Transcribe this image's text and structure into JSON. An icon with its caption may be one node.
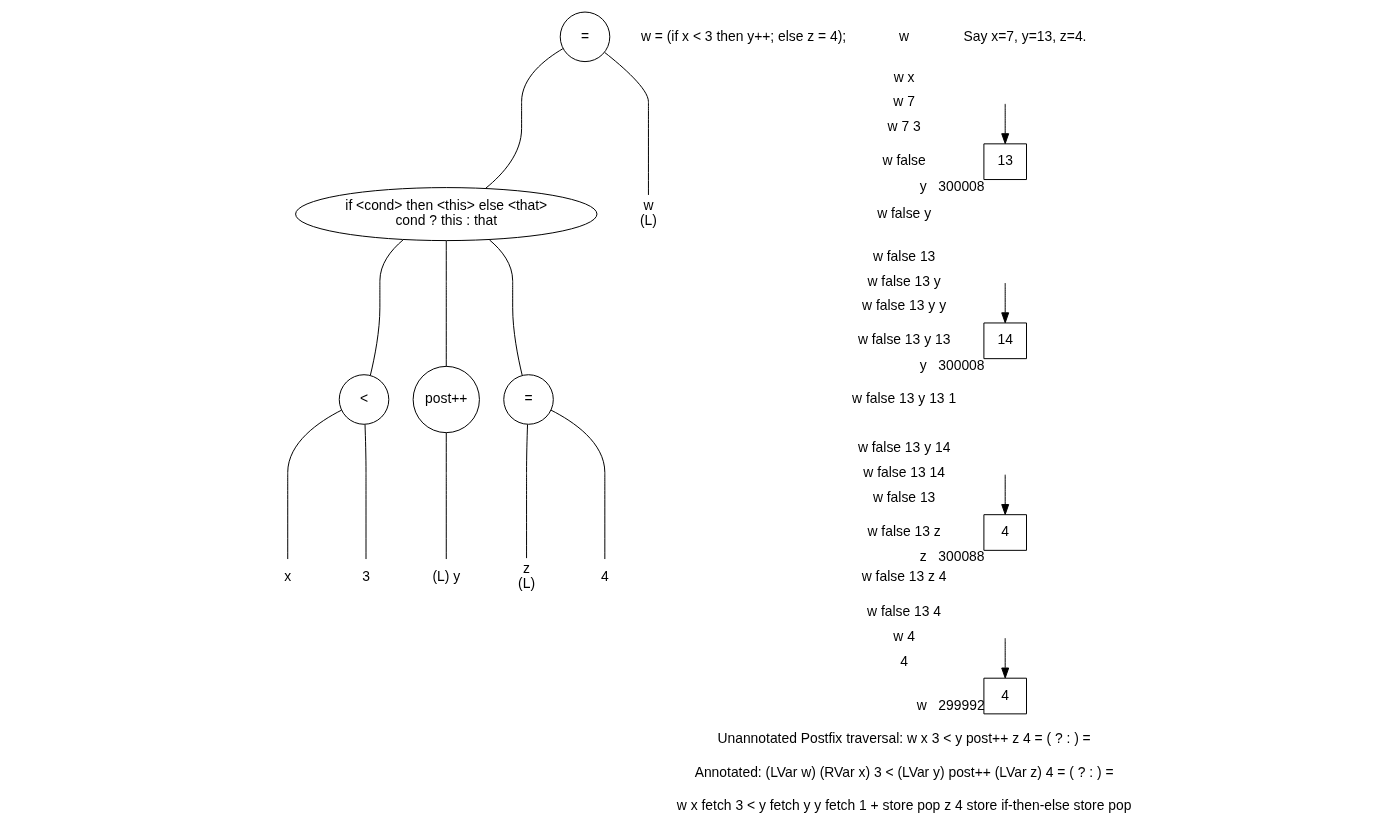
{
  "diagram": {
    "nodes": [
      {
        "text": [
          "="
        ]
      },
      {
        "text": [
          "if <cond> then <this> else <that>",
          "cond ? this : that"
        ]
      },
      {
        "text": [
          "w",
          "(L)"
        ]
      },
      {
        "text": [
          "<"
        ]
      },
      {
        "text": [
          "post++"
        ]
      },
      {
        "text": [
          "="
        ]
      },
      {
        "text": [
          "x"
        ]
      },
      {
        "text": [
          "3"
        ]
      },
      {
        "text": [
          "(L) y"
        ]
      },
      {
        "text": [
          "z",
          "(L)"
        ]
      },
      {
        "text": [
          "4"
        ]
      },
      {
        "text": [
          "13"
        ],
        "beside": [
          "y",
          "300008"
        ]
      },
      {
        "text": [
          "14"
        ],
        "beside": [
          "y",
          "300008"
        ]
      },
      {
        "text": [
          "4"
        ],
        "beside": [
          "z",
          "300088"
        ]
      },
      {
        "text": [
          "4"
        ],
        "beside": [
          "w",
          "299992"
        ]
      }
    ],
    "edges": [
      {
        "from": 0,
        "to": 2,
        "arrow": "none"
      },
      {
        "from": 0,
        "to": 1,
        "arrow": "none"
      },
      {
        "from": 1,
        "to": 3,
        "arrow": "none"
      },
      {
        "from": 1,
        "to": 4,
        "arrow": "none"
      },
      {
        "from": 1,
        "to": 5,
        "arrow": "none"
      },
      {
        "from": 3,
        "to": 6,
        "arrow": "none"
      },
      {
        "from": 3,
        "to": 7,
        "arrow": "none"
      },
      {
        "from": 4,
        "to": 8,
        "arrow": "none"
      },
      {
        "from": 5,
        "to": 9,
        "arrow": "none"
      },
      {
        "from": 5,
        "to": 10,
        "arrow": "none"
      },
      {
        "from": null,
        "to": 11,
        "arrow": "to"
      },
      {
        "from": null,
        "to": 12,
        "arrow": "to"
      },
      {
        "from": null,
        "to": 13,
        "arrow": "to"
      },
      {
        "from": null,
        "to": 14,
        "arrow": "to"
      }
    ],
    "labels": [
      "w = (if x < 3 then y++; else z = 4);",
      "w",
      "w x",
      "w 7",
      "w 7 3",
      "w false",
      "w false y",
      "w false 13",
      "w false 13 y",
      "w false 13 y y",
      "w false 13 y 13",
      "w false 13 y 13 1",
      "w false 13 y 14",
      "w false 13 14",
      "w false 13",
      "w false 13 z",
      "w false 13 z 4",
      "w false 13 4",
      "w 4",
      "4",
      "Say x=7, y=13, z=4.",
      "Unannotated Postfix traversal: w x 3 < y post++ z 4 = ( ? : ) =",
      "Annotated: (LVar w) (RVar x) 3 < (LVar y) post++ (LVar z) 4 = ( ? : ) =",
      "w x fetch 3 < y fetch y y fetch 1 + store pop z 4 store if-then-else store pop"
    ]
  }
}
